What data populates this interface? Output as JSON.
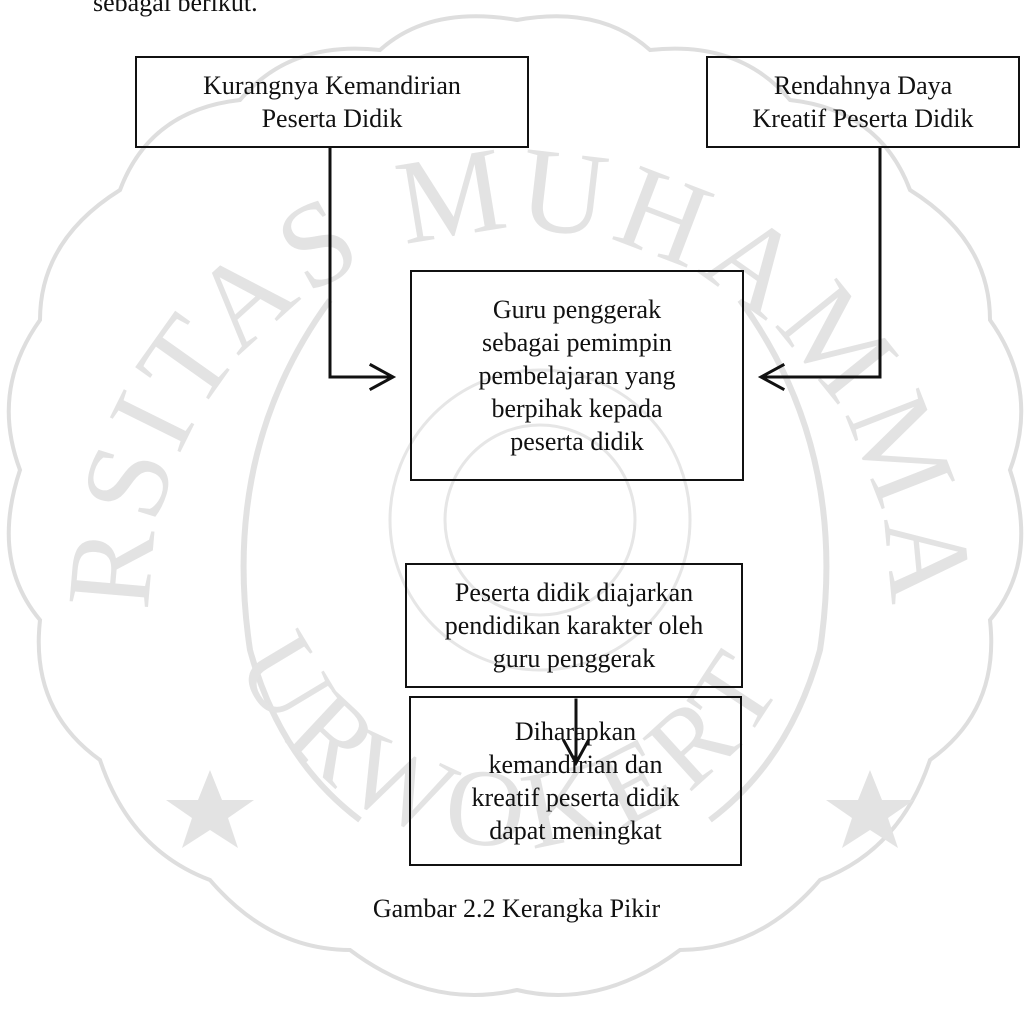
{
  "intro_text": "sebagai berikut.",
  "watermark": {
    "top_arc": "UNIVERSITAS MUHAMMADIYAH",
    "bottom_arc": "PURWOKERTO",
    "color": "#d9d9d9"
  },
  "diagram": {
    "box_kemandirian": "Kurangnya Kemandirian\nPeserta Didik",
    "box_kreatif": "Rendahnya Daya\nKreatif Peserta Didik",
    "box_guru": "Guru penggerak\nsebagai pemimpin\npembelajaran yang\nberpihak kepada\npeserta didik",
    "box_karakter": "Peserta didik diajarkan\npendidikan karakter oleh\nguru penggerak",
    "box_harapan": "Diharapkan\nkemandirian dan\nkreatif peserta didik\ndapat meningkat"
  },
  "caption": "Gambar 2.2 Kerangka Pikir"
}
